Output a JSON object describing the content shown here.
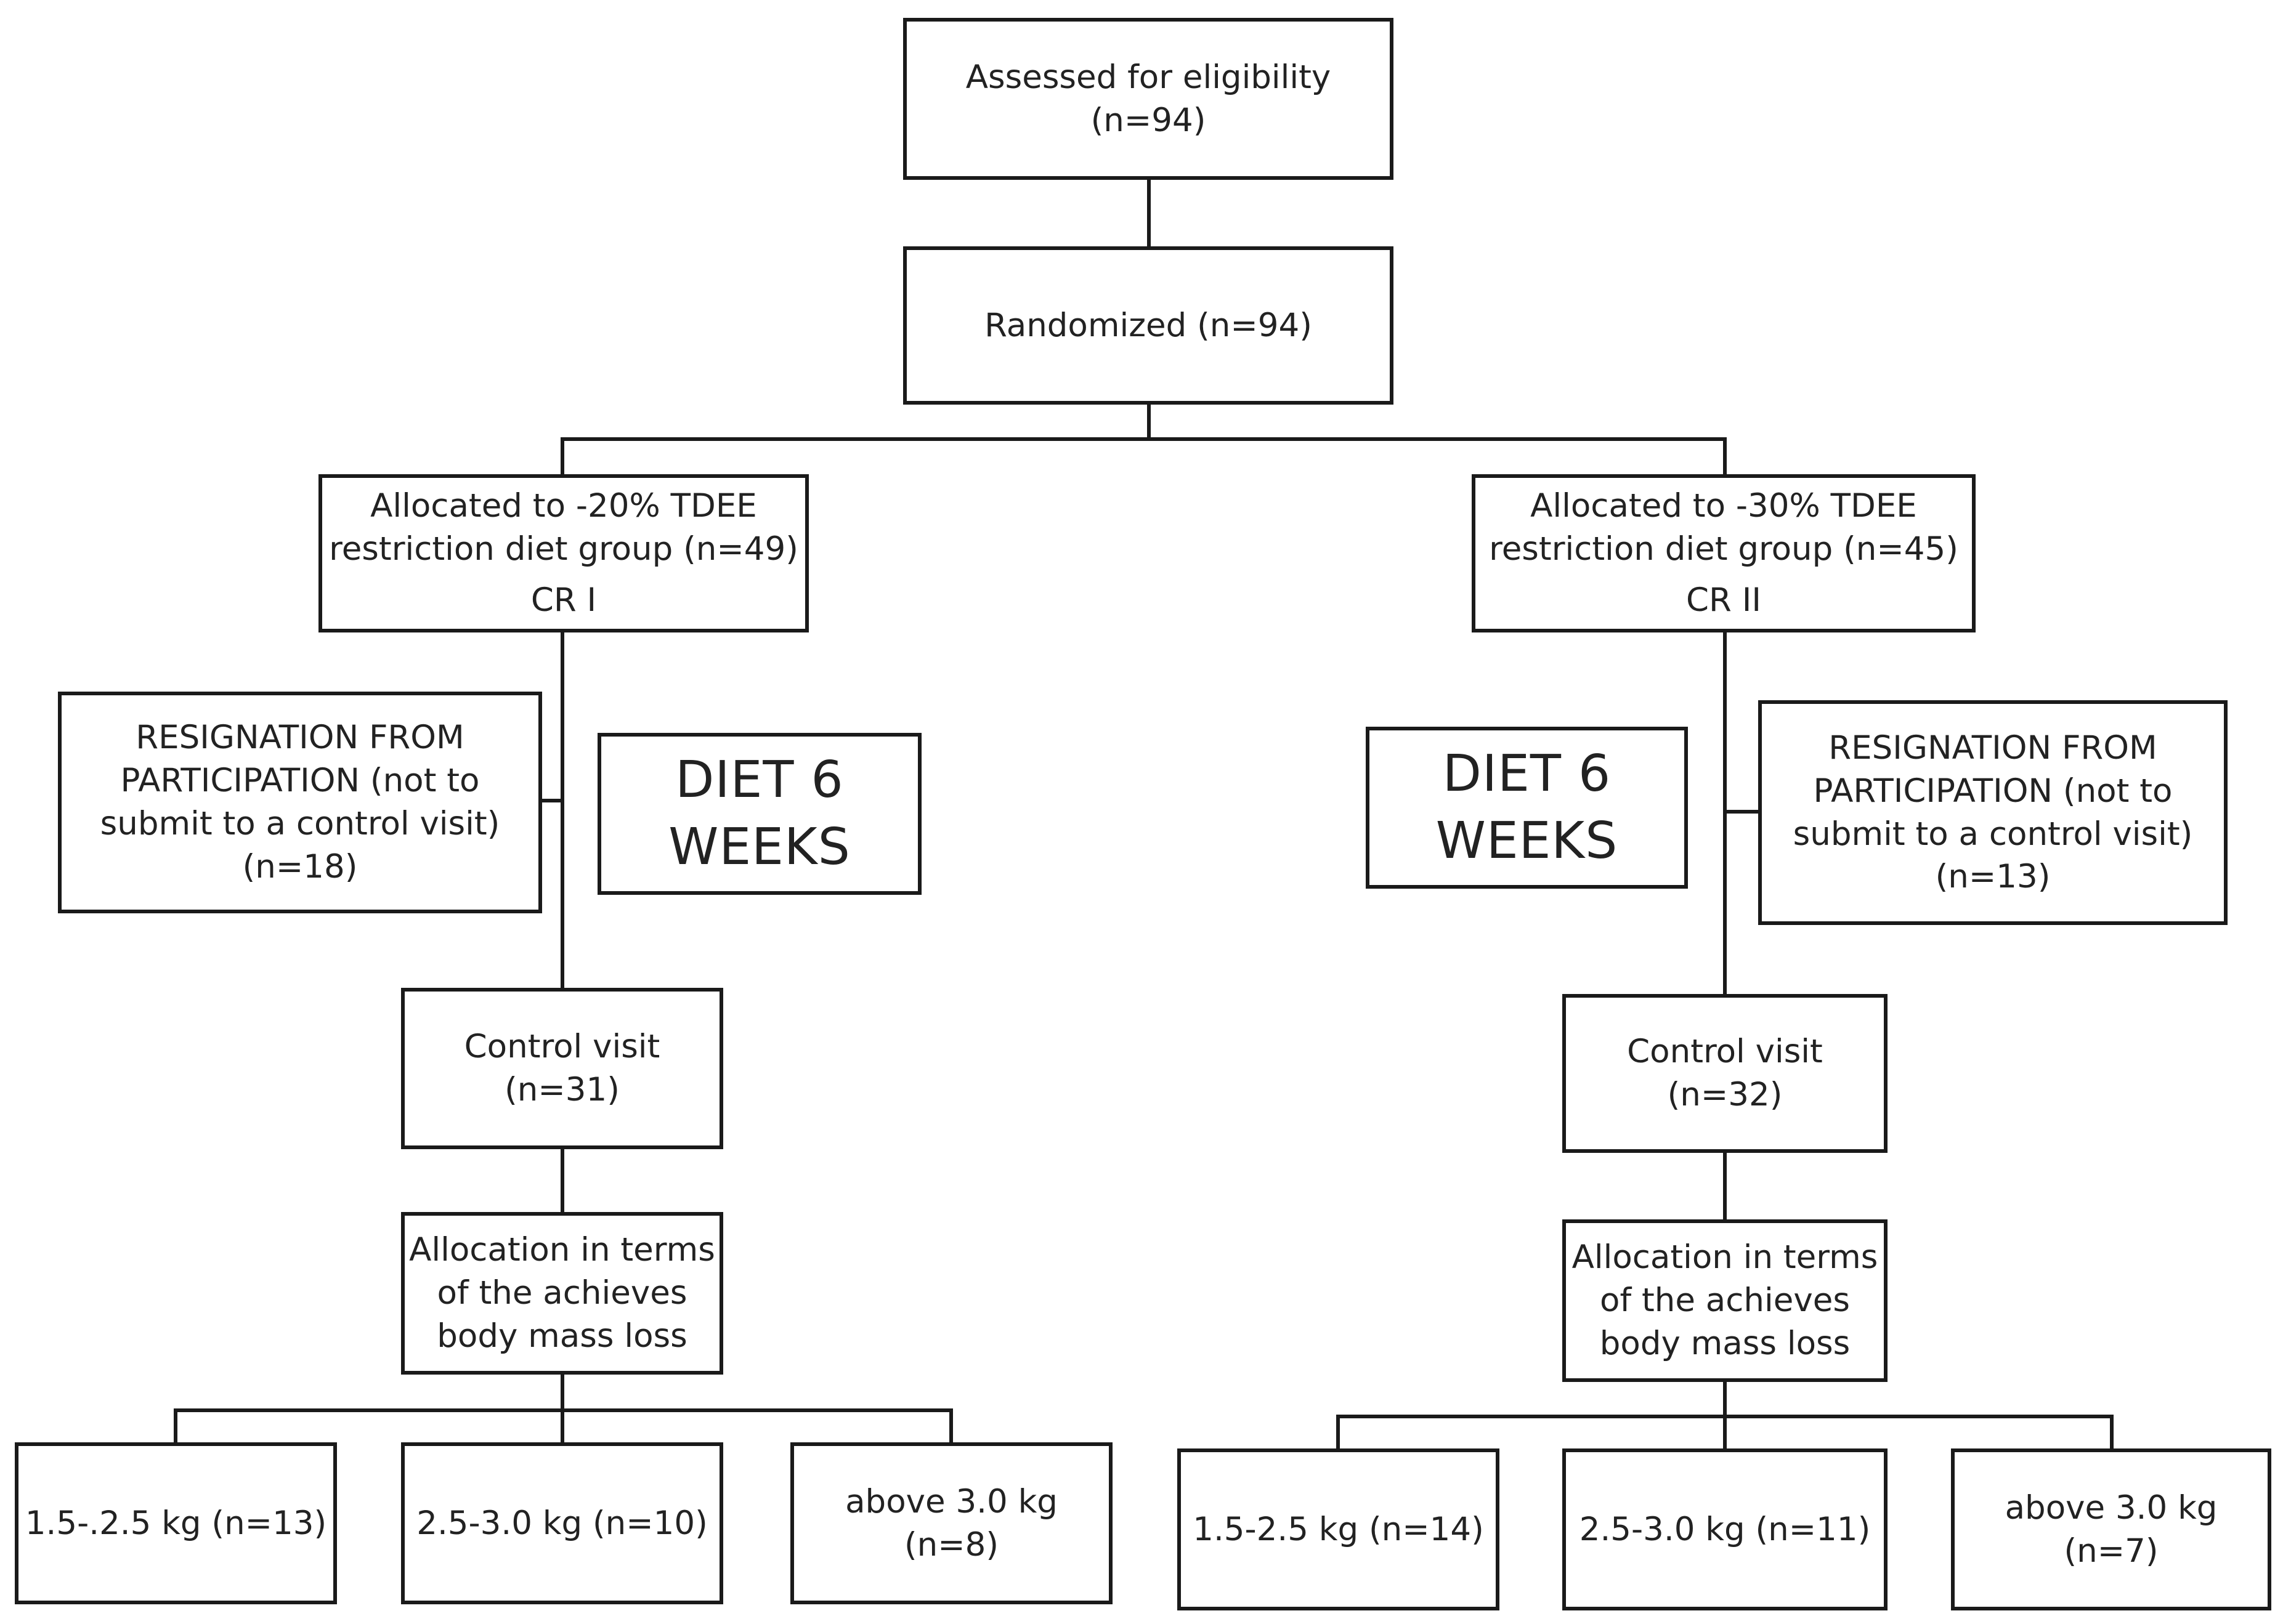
{
  "top": {
    "eligibility": "Assessed for eligibility (n=94)",
    "randomized": "Randomized (n=94)"
  },
  "left": {
    "allocation_line1": "Allocated to -20% TDEE",
    "allocation_line2": "restriction diet group (n=49)",
    "allocation_group": "CR I",
    "resignation": [
      "RESIGNATION FROM",
      "PARTICIPATION (not to",
      "submit to a control visit)",
      "(n=18)"
    ],
    "diet": "DIET 6 WEEKS",
    "control_visit": "Control visit (n=31)",
    "allocation_terms": [
      "Allocation in terms",
      "of the achieves",
      "body mass loss"
    ],
    "outcomes": [
      "1.5-.2.5 kg (n=13)",
      "2.5-3.0 kg (n=10)",
      "above 3.0 kg (n=8)"
    ]
  },
  "right": {
    "allocation_line1": "Allocated to -30% TDEE",
    "allocation_line2": "restriction diet group (n=45)",
    "allocation_group": "CR II",
    "resignation": [
      "RESIGNATION FROM",
      "PARTICIPATION (not to",
      "submit to a control visit)",
      "(n=13)"
    ],
    "diet": "DIET 6 WEEKS",
    "control_visit": "Control visit (n=32)",
    "allocation_terms": [
      "Allocation in terms",
      "of the achieves",
      "body mass loss"
    ],
    "outcomes": [
      "1.5-2.5 kg (n=14)",
      "2.5-3.0 kg (n=11)",
      "above 3.0 kg (n=7)"
    ]
  }
}
